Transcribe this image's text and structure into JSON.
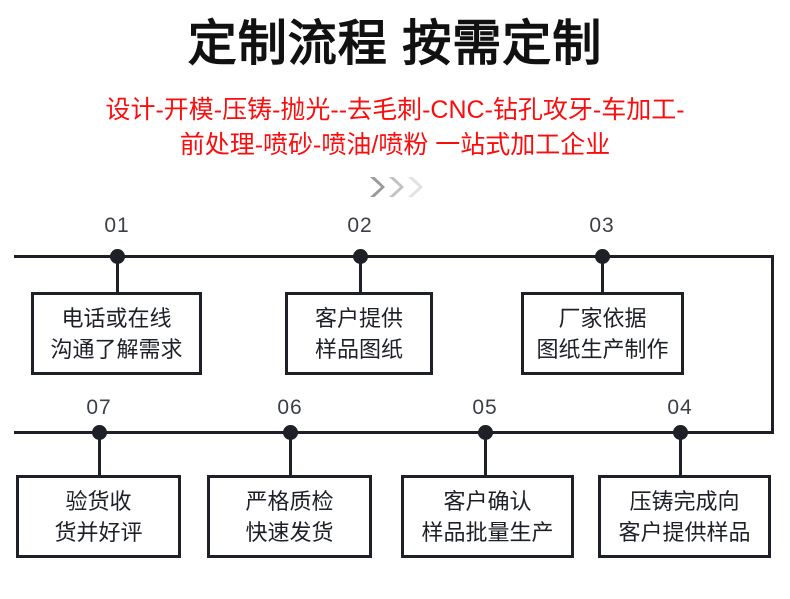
{
  "header": {
    "title": "定制流程 按需定制",
    "subtitle_line1": "设计-开模-压铸-抛光--去毛刺-CNC-钻孔攻牙-车加工-",
    "subtitle_line2": "前处理-喷砂-喷油/喷粉 一站式加工企业",
    "title_color": "#111111",
    "subtitle_color": "#fb0d0d"
  },
  "divider": {
    "icon": "double-chevron-right-icon",
    "count": 3,
    "color": "#9a9a9a"
  },
  "flow": {
    "line_color": "#1d2027",
    "number_color": "#3b3f46",
    "rows": [
      {
        "name": "row-top",
        "steps": [
          {
            "number": "01",
            "line1": "电话或在线",
            "line2": "沟通了解需求"
          },
          {
            "number": "02",
            "line1": "客户提供",
            "line2": "样品图纸"
          },
          {
            "number": "03",
            "line1": "厂家依据",
            "line2": "图纸生产制作"
          }
        ]
      },
      {
        "name": "row-bottom",
        "steps": [
          {
            "number": "07",
            "line1": "验货收",
            "line2": "货并好评"
          },
          {
            "number": "06",
            "line1": "严格质检",
            "line2": "快速发货"
          },
          {
            "number": "05",
            "line1": "客户确认",
            "line2": "样品批量生产"
          },
          {
            "number": "04",
            "line1": "压铸完成向",
            "line2": "客户提供样品"
          }
        ]
      }
    ]
  }
}
